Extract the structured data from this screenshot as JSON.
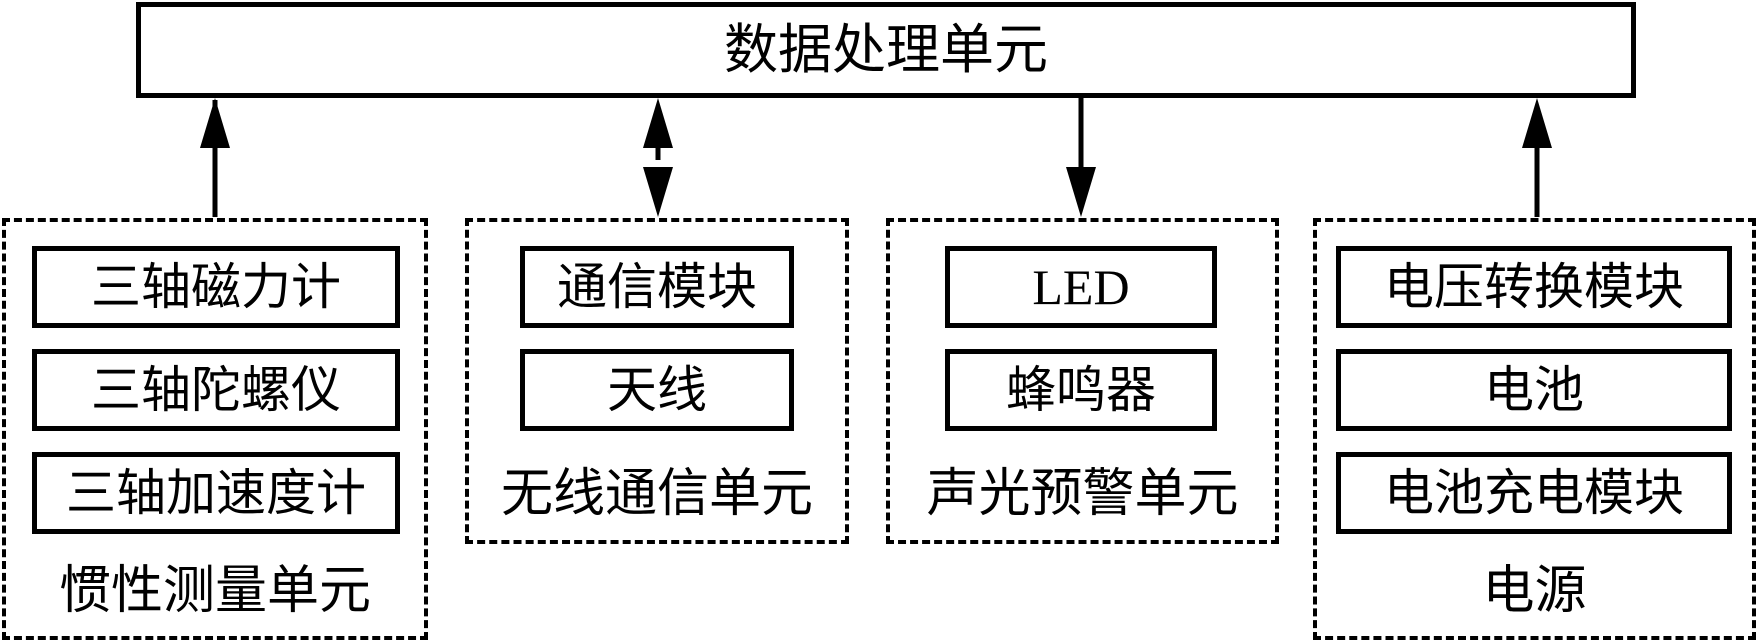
{
  "top_unit": "数据处理单元",
  "groups": [
    {
      "label": "惯性测量单元",
      "modules": [
        "三轴磁力计",
        "三轴陀螺仪",
        "三轴加速度计"
      ]
    },
    {
      "label": "无线通信单元",
      "modules": [
        "通信模块",
        "天线"
      ]
    },
    {
      "label": "声光预警单元",
      "modules": [
        "LED",
        "蜂鸣器"
      ]
    },
    {
      "label": "电源",
      "modules": [
        "电压转换模块",
        "电池",
        "电池充电模块"
      ]
    }
  ],
  "connections": [
    {
      "from": "惯性测量单元",
      "to": "数据处理单元",
      "direction": "up"
    },
    {
      "from": "无线通信单元",
      "to": "数据处理单元",
      "direction": "bidirectional"
    },
    {
      "from": "数据处理单元",
      "to": "声光预警单元",
      "direction": "down"
    },
    {
      "from": "电源",
      "to": "数据处理单元",
      "direction": "up"
    }
  ]
}
